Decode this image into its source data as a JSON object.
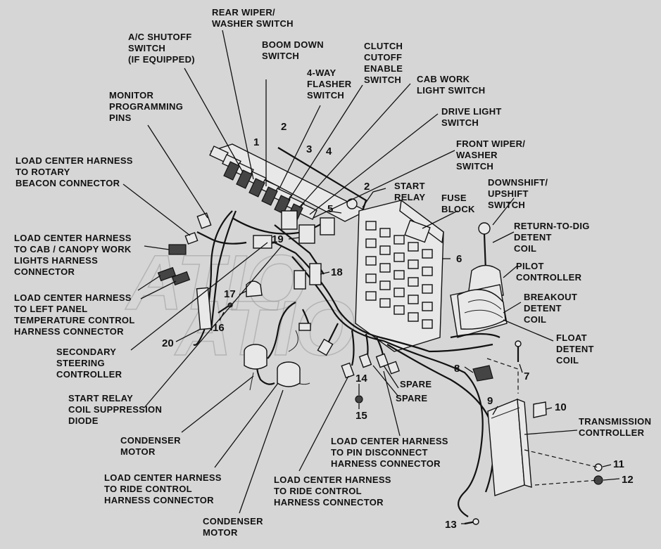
{
  "labels": {
    "rear_wiper": [
      "REAR WIPER/",
      "WASHER SWITCH"
    ],
    "ac_shutoff": [
      "A/C SHUTOFF",
      "SWITCH",
      "(IF EQUIPPED)"
    ],
    "boom_down": [
      "BOOM DOWN",
      "SWITCH"
    ],
    "clutch_cutoff": [
      "CLUTCH",
      "CUTOFF",
      "ENABLE",
      "SWITCH"
    ],
    "four_way": [
      "4-WAY",
      "FLASHER",
      "SWITCH"
    ],
    "cab_work_light": [
      "CAB WORK",
      "LIGHT SWITCH"
    ],
    "monitor_pins": [
      "MONITOR",
      "PROGRAMMING",
      "PINS"
    ],
    "drive_light": [
      "DRIVE LIGHT",
      "SWITCH"
    ],
    "front_wiper": [
      "FRONT WIPER/",
      "WASHER",
      "SWITCH"
    ],
    "rotary_beacon": [
      "LOAD CENTER HARNESS",
      "TO ROTARY",
      "BEACON CONNECTOR"
    ],
    "start_relay": [
      "START",
      "RELAY"
    ],
    "fuse_block": [
      "FUSE",
      "BLOCK"
    ],
    "downshift": [
      "DOWNSHIFT/",
      "UPSHIFT",
      "SWITCH"
    ],
    "return_to_dig": [
      "RETURN-TO-DIG",
      "DETENT",
      "COIL"
    ],
    "cab_canopy": [
      "LOAD CENTER HARNESS",
      "TO CAB / CANOPY WORK",
      "LIGHTS HARNESS",
      "CONNECTOR"
    ],
    "pilot_controller": [
      "PILOT",
      "CONTROLLER"
    ],
    "left_panel": [
      "LOAD CENTER HARNESS",
      "TO LEFT PANEL",
      "TEMPERATURE CONTROL",
      "HARNESS CONNECTOR"
    ],
    "breakout": [
      "BREAKOUT",
      "DETENT",
      "COIL"
    ],
    "float_detent": [
      "FLOAT",
      "DETENT",
      "COIL"
    ],
    "secondary_steering": [
      "SECONDARY",
      "STEERING",
      "CONTROLLER"
    ],
    "spare_1": [
      "SPARE"
    ],
    "spare_2": [
      "SPARE"
    ],
    "start_relay_diode": [
      "START RELAY",
      "COIL SUPPRESSION",
      "DIODE"
    ],
    "transmission_controller": [
      "TRANSMISSION",
      "CONTROLLER"
    ],
    "condenser_motor_1": [
      "CONDENSER",
      "MOTOR"
    ],
    "pin_disconnect": [
      "LOAD CENTER HARNESS",
      "TO PIN DISCONNECT",
      "HARNESS CONNECTOR"
    ],
    "ride_control_1": [
      "LOAD CENTER HARNESS",
      "TO RIDE CONTROL",
      "HARNESS CONNECTOR"
    ],
    "ride_control_2": [
      "LOAD CENTER HARNESS",
      "TO RIDE CONTROL",
      "HARNESS CONNECTOR"
    ],
    "condenser_motor_2": [
      "CONDENSER",
      "MOTOR"
    ]
  },
  "numbers": {
    "n1": "1",
    "n2a": "2",
    "n2b": "2",
    "n3": "3",
    "n4": "4",
    "n5": "5",
    "n6": "6",
    "n7": "7",
    "n8": "8",
    "n9": "9",
    "n10": "10",
    "n11": "11",
    "n12": "12",
    "n13": "13",
    "n14": "14",
    "n15": "15",
    "n16": "16",
    "n17": "17",
    "n18": "18",
    "n19": "19",
    "n20": "20"
  }
}
